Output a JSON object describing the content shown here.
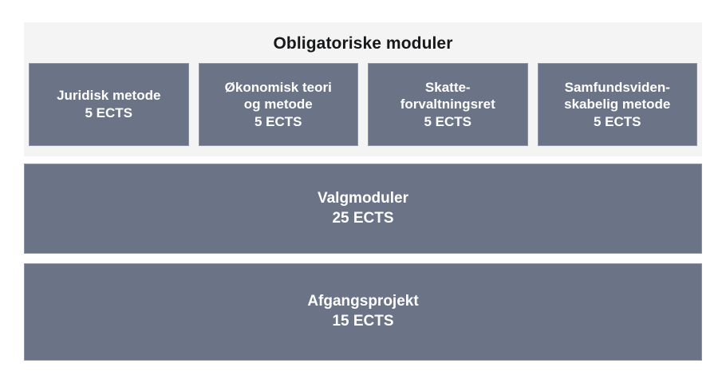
{
  "diagram": {
    "background_color": "#ffffff",
    "panel_color": "#f4f4f4",
    "box_color": "#6b7387",
    "box_border_color": "#8e95a6",
    "box_text_color": "#ffffff",
    "title_color": "#17181a"
  },
  "mandatory_section": {
    "title": "Obligatoriske moduler",
    "modules": [
      {
        "name": "Juridisk metode",
        "ects": "5 ECTS"
      },
      {
        "name": "Økonomisk teori\nog metode",
        "ects": "5 ECTS"
      },
      {
        "name": "Skatte-\nforvaltningsret",
        "ects": "5 ECTS"
      },
      {
        "name": "Samfundsviden-\nskabelig metode",
        "ects": "5 ECTS"
      }
    ]
  },
  "elective_section": {
    "name": "Valgmoduler",
    "ects": "25 ECTS"
  },
  "final_project_section": {
    "name": "Afgangsprojekt",
    "ects": "15 ECTS"
  }
}
